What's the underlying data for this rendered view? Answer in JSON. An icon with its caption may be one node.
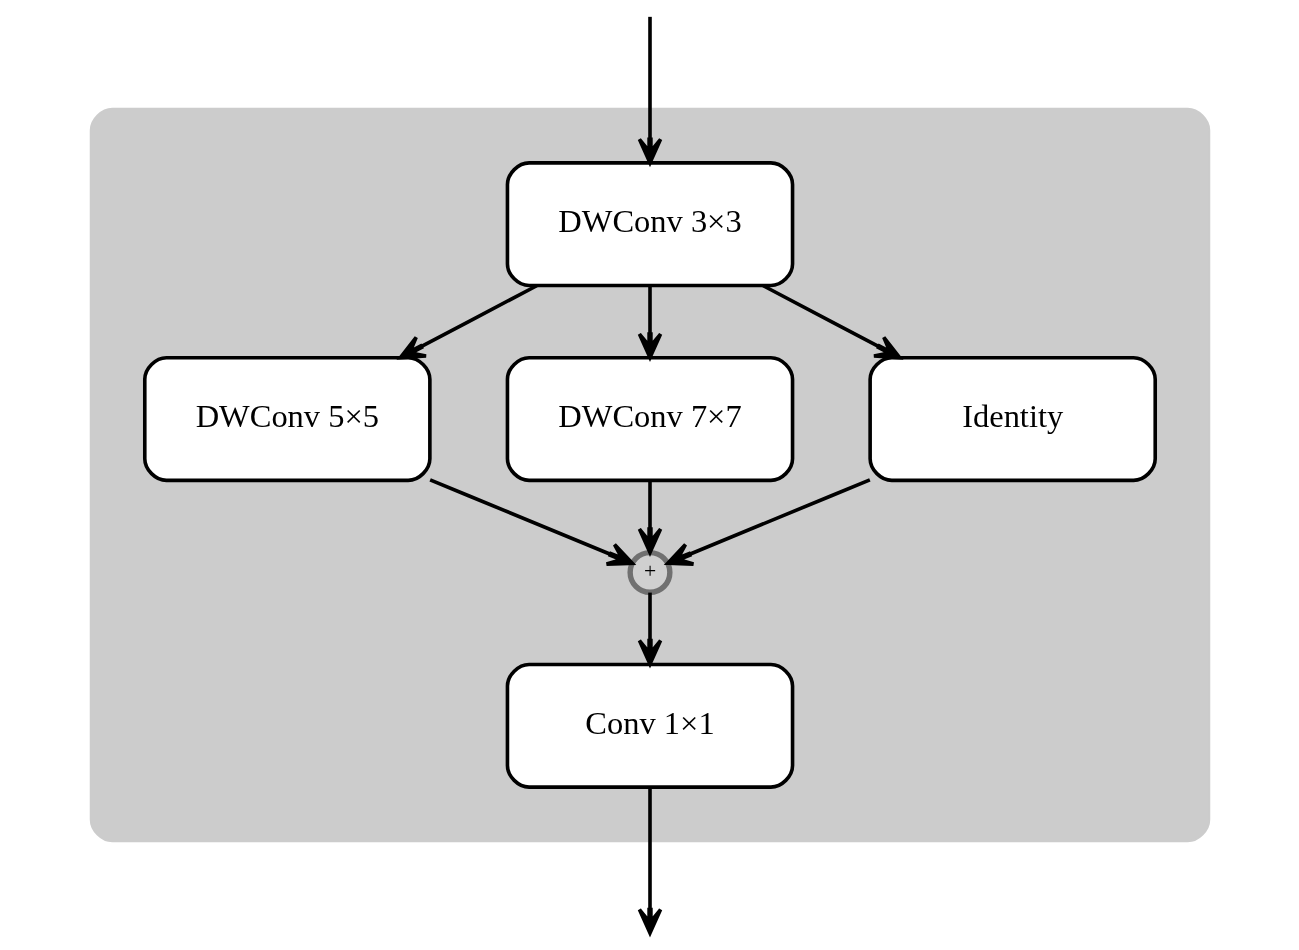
{
  "diagram": {
    "nodes": [
      {
        "text": [],
        "shape": "box"
      },
      {
        "text": [
          "DWConv 3×3"
        ],
        "in": 0
      },
      {
        "text": [
          "DWConv 5×5"
        ],
        "in": 0
      },
      {
        "text": [
          "DWConv 7×7"
        ],
        "in": 0
      },
      {
        "text": [
          "Identity"
        ],
        "in": 0
      },
      {
        "text": [
          "+"
        ],
        "in": 0
      },
      {
        "text": [
          "Conv 1×1"
        ],
        "in": 0
      }
    ],
    "edges": [
      {
        "from": null,
        "to": 1,
        "arrow": "to"
      },
      {
        "from": 1,
        "to": 2,
        "arrow": "to"
      },
      {
        "from": 1,
        "to": 3,
        "arrow": "to"
      },
      {
        "from": 1,
        "to": 4,
        "arrow": "to"
      },
      {
        "from": 2,
        "to": 5,
        "arrow": "to"
      },
      {
        "from": 3,
        "to": 5,
        "arrow": "to"
      },
      {
        "from": 4,
        "to": 5,
        "arrow": "to"
      },
      {
        "from": 5,
        "to": 6,
        "arrow": "to"
      },
      {
        "from": 6,
        "to": null,
        "arrow": "to"
      }
    ]
  }
}
